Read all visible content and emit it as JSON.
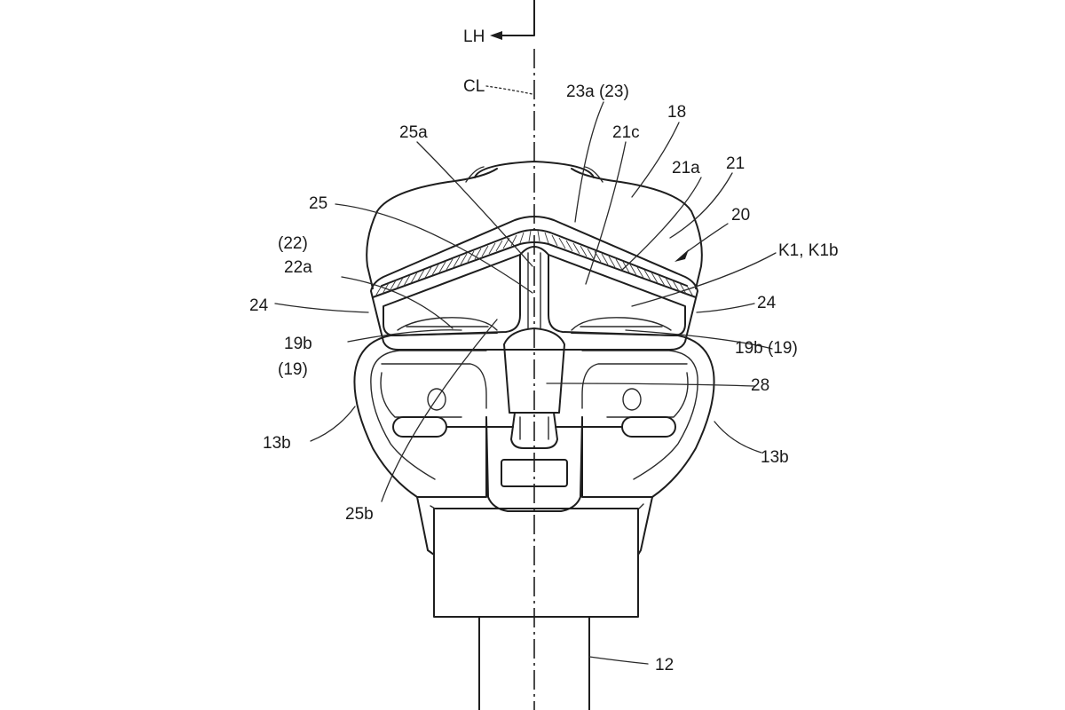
{
  "direction_label": "LH",
  "centerline_label": "CL",
  "labels": {
    "23a": "23a (23)",
    "18": "18",
    "21c": "21c",
    "21a": "21a",
    "21": "21",
    "20": "20",
    "K1": "K1, K1b",
    "25a": "25a",
    "25": "25",
    "22": "(22)",
    "22a": "22a",
    "24_left": "24",
    "24_right": "24",
    "19b_left": "19b",
    "19_left": "(19)",
    "19b_right": "19b (19)",
    "28": "28",
    "13b_left": "13b",
    "13b_right": "13b",
    "25b": "25b",
    "12": "12"
  }
}
